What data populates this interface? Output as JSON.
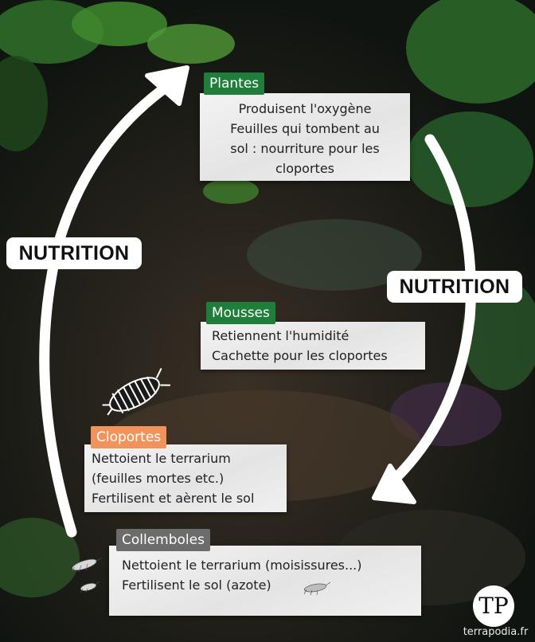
{
  "colors": {
    "plantes": "#1e7e3a",
    "mousses": "#1e7e3a",
    "cloportes": "#f2935b",
    "collemboles": "#6c6c6c",
    "arrows": "#ffffff"
  },
  "cycle_labels": {
    "left": "NUTRITION",
    "right": "NUTRITION"
  },
  "nodes": {
    "plantes": {
      "title": "Plantes",
      "lines": [
        "Produisent l'oxygène",
        "Feuilles qui tombent au",
        "sol : nourriture pour les",
        "cloportes"
      ]
    },
    "mousses": {
      "title": "Mousses",
      "lines": [
        "Retiennent l'humidité",
        "Cachette pour les cloportes"
      ]
    },
    "cloportes": {
      "title": "Cloportes",
      "lines": [
        "Nettoient le terrarium",
        "(feuilles mortes etc.)",
        "Fertilisent et aèrent le sol"
      ]
    },
    "collemboles": {
      "title": "Collemboles",
      "lines": [
        "Nettoient le terrarium (moisissures...)",
        "Fertilisent le sol (azote)"
      ]
    }
  },
  "branding": {
    "logo": "TP",
    "site": "terrapodia.fr"
  },
  "icons": [
    "isopod-icon",
    "springtail-icon",
    "logo-icon"
  ]
}
